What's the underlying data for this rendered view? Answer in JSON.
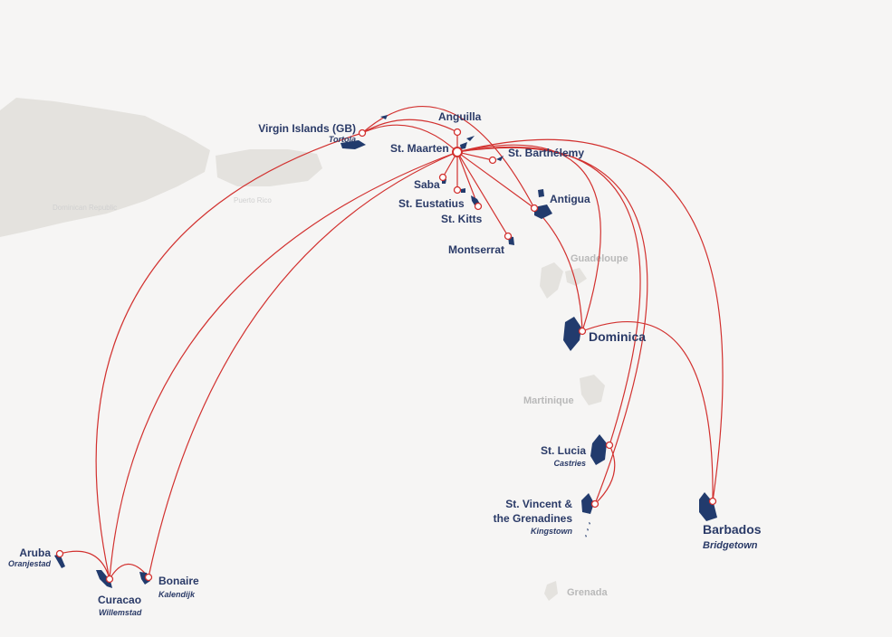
{
  "colors": {
    "route": "#d2312f",
    "island": "#223b6d",
    "label": "#2a3a67",
    "background": "#f6f5f4",
    "land": "#e4e2de"
  },
  "destinations": {
    "virgin_islands": {
      "name": "Virgin Islands (GB)",
      "capital": "Tortola"
    },
    "anguilla": {
      "name": "Anguilla"
    },
    "st_maarten": {
      "name": "St. Maarten"
    },
    "st_barthelemy": {
      "name": "St. Barthélemy"
    },
    "saba": {
      "name": "Saba"
    },
    "st_eustatius": {
      "name": "St. Eustatius"
    },
    "st_kitts": {
      "name": "St. Kitts"
    },
    "antigua": {
      "name": "Antigua"
    },
    "montserrat": {
      "name": "Montserrat"
    },
    "dominica": {
      "name": "Dominica"
    },
    "st_lucia": {
      "name": "St. Lucia",
      "capital": "Castries"
    },
    "st_vincent": {
      "name_line1": "St. Vincent &",
      "name_line2": "the Grenadines",
      "capital": "Kingstown"
    },
    "barbados": {
      "name": "Barbados",
      "capital": "Bridgetown"
    },
    "aruba": {
      "name": "Aruba",
      "capital": "Oranjestad"
    },
    "curacao": {
      "name": "Curacao",
      "capital": "Willemstad"
    },
    "bonaire": {
      "name": "Bonaire",
      "capital": "Kalendijk"
    }
  },
  "background_places": {
    "guadeloupe": "Guadeloupe",
    "martinique": "Martinique",
    "grenada": "Grenada",
    "puerto_rico": "Puerto Rico",
    "dominican_republic": "Dominican Republic"
  }
}
